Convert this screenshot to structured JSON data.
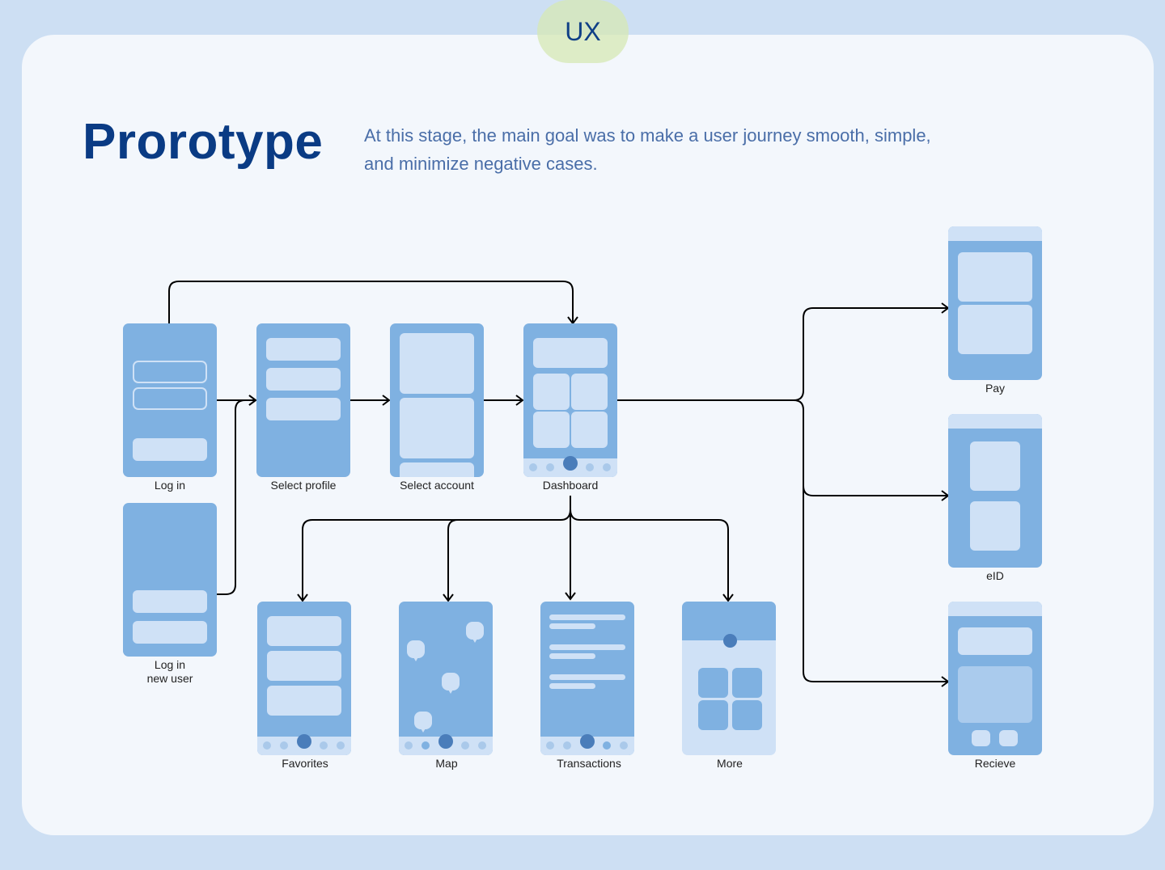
{
  "badge": {
    "label": "UX"
  },
  "header": {
    "title": "Prorotype",
    "subtitle": "At this stage, the main goal was to make a user journey smooth, simple, and minimize negative cases."
  },
  "colors": {
    "page_bg": "#cddff3",
    "card_bg": "#f3f7fc",
    "title": "#0a3b84",
    "subtitle": "#4a6ea8",
    "screen": "#7fb1e1",
    "screen_element": "#cfe1f6",
    "accent": "#4a7dba",
    "badge_bg": "#d6e8b4",
    "connector": "#000000"
  },
  "screens": {
    "login": {
      "label": "Log in"
    },
    "login_new_user": {
      "label": "Log in\nnew user",
      "line1": "Log in",
      "line2": "new user"
    },
    "select_profile": {
      "label": "Select profile"
    },
    "select_account": {
      "label": "Select account"
    },
    "dashboard": {
      "label": "Dashboard"
    },
    "favorites": {
      "label": "Favorites"
    },
    "map": {
      "label": "Map"
    },
    "transactions": {
      "label": "Transactions"
    },
    "more": {
      "label": "More"
    },
    "pay": {
      "label": "Pay"
    },
    "eid": {
      "label": "eID"
    },
    "recieve": {
      "label": "Recieve"
    }
  },
  "flows": [
    {
      "from": "Log in",
      "to": "Select profile"
    },
    {
      "from": "Log in",
      "to": "Dashboard"
    },
    {
      "from": "Log in new user",
      "to": "Select profile"
    },
    {
      "from": "Select profile",
      "to": "Select account"
    },
    {
      "from": "Select account",
      "to": "Dashboard"
    },
    {
      "from": "Dashboard",
      "to": "Favorites"
    },
    {
      "from": "Dashboard",
      "to": "Map"
    },
    {
      "from": "Dashboard",
      "to": "Transactions"
    },
    {
      "from": "Dashboard",
      "to": "More"
    },
    {
      "from": "Dashboard",
      "to": "Pay"
    },
    {
      "from": "Dashboard",
      "to": "eID"
    },
    {
      "from": "Dashboard",
      "to": "Recieve"
    }
  ]
}
